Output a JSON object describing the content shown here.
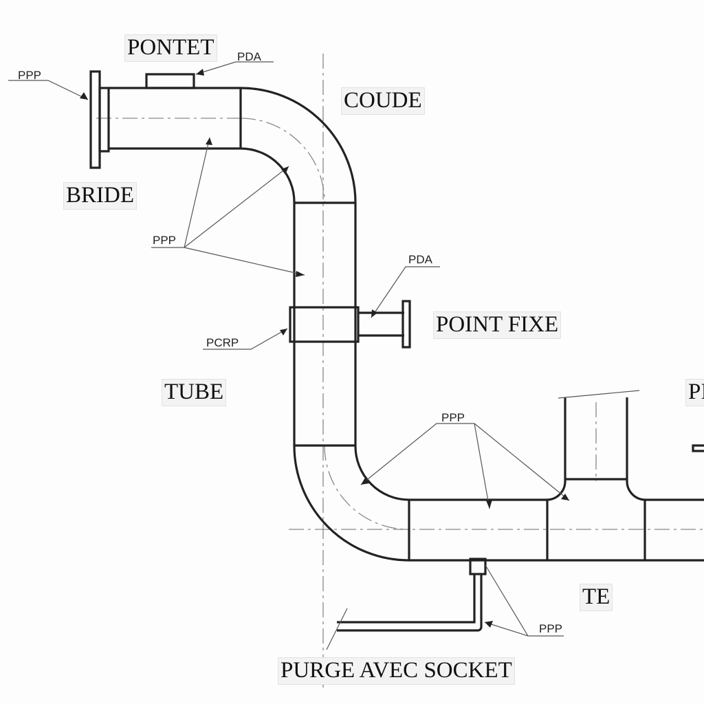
{
  "labels": {
    "pontet": "PONTET",
    "pda_top": "PDA",
    "ppp_flange": "PPP",
    "coude": "COUDE",
    "bride": "BRIDE",
    "ppp_left": "PPP",
    "pda_mid": "PDA",
    "point_fixe": "POINT FIXE",
    "pcrp": "PCRP",
    "tube": "TUBE",
    "ppp_bottom": "PPP",
    "te": "TE",
    "ppp_purge": "PPP",
    "purge": "PURGE AVEC SOCKET",
    "cut_label": "PI"
  }
}
